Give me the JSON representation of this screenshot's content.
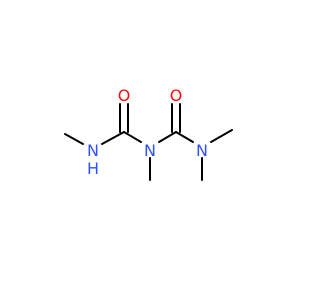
{
  "molecule": {
    "atoms": {
      "o1": {
        "symbol": "O",
        "color": "#ff0d0d"
      },
      "o2": {
        "symbol": "O",
        "color": "#ff0d0d"
      },
      "n_h": {
        "symbol": "N",
        "color": "#3050f8"
      },
      "h_on_n": {
        "symbol": "H",
        "color": "#3050f8"
      },
      "n_center": {
        "symbol": "N",
        "color": "#3050f8"
      },
      "n_right": {
        "symbol": "N",
        "color": "#3050f8"
      }
    },
    "bond_color": "#000000"
  }
}
